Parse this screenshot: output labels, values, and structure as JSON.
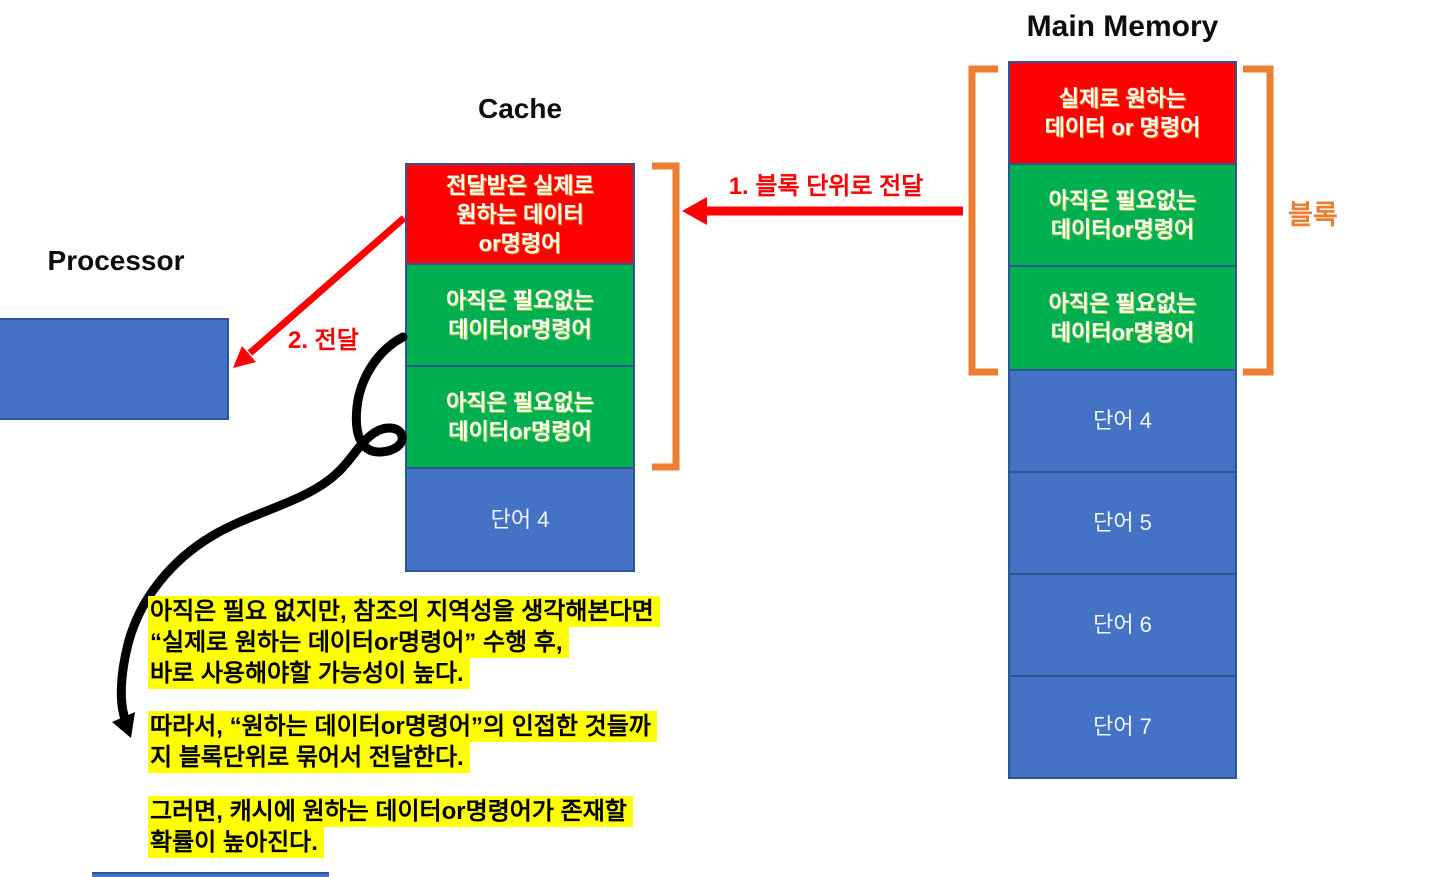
{
  "titles": {
    "processor": "Processor",
    "cache": "Cache",
    "main_memory": "Main Memory"
  },
  "annotations": {
    "arrow1_label": "1. 블록 단위로 전달",
    "arrow2_label": "2. 전달",
    "block_label": "블록"
  },
  "cache": {
    "rows": [
      {
        "type": "red",
        "lines": [
          "전달받은 실제로",
          "원하는 데이터",
          "or명령어"
        ]
      },
      {
        "type": "green",
        "lines": [
          "아직은 필요없는",
          "데이터or명령어"
        ]
      },
      {
        "type": "green",
        "lines": [
          "아직은 필요없는",
          "데이터or명령어"
        ]
      },
      {
        "type": "blue",
        "lines": [
          "단어 4"
        ]
      }
    ]
  },
  "main_memory": {
    "rows": [
      {
        "type": "red",
        "lines": [
          "실제로 원하는",
          "데이터 or 명령어"
        ]
      },
      {
        "type": "green",
        "lines": [
          "아직은 필요없는",
          "데이터or명령어"
        ]
      },
      {
        "type": "green",
        "lines": [
          "아직은 필요없는",
          "데이터or명령어"
        ]
      },
      {
        "type": "blue",
        "lines": [
          "단어 4"
        ]
      },
      {
        "type": "blue",
        "lines": [
          "단어 5"
        ]
      },
      {
        "type": "blue",
        "lines": [
          "단어 6"
        ]
      },
      {
        "type": "blue",
        "lines": [
          "단어 7"
        ]
      }
    ]
  },
  "notes": [
    {
      "lines": [
        "아직은 필요 없지만, 참조의 지역성을 생각해본다면",
        "“실제로 원하는 데이터or명령어” 수행 후,",
        "바로 사용해야할 가능성이 높다."
      ]
    },
    {
      "lines": [
        "따라서, “원하는 데이터or명령어”의 인접한 것들까",
        "지 블록단위로 묶어서 전달한다."
      ]
    },
    {
      "lines": [
        "그러면, 캐시에 원하는 데이터or명령어가 존재할",
        "확률이 높아진다."
      ]
    }
  ],
  "colors": {
    "block_red": "#FF0000",
    "block_green": "#00B050",
    "block_blue": "#4472C4",
    "cell_border": "#2F5597",
    "bracket_orange": "#ED7D31",
    "arrow_red": "#FF0000",
    "arrow_black": "#000000",
    "note_highlight": "#FFFF00"
  }
}
